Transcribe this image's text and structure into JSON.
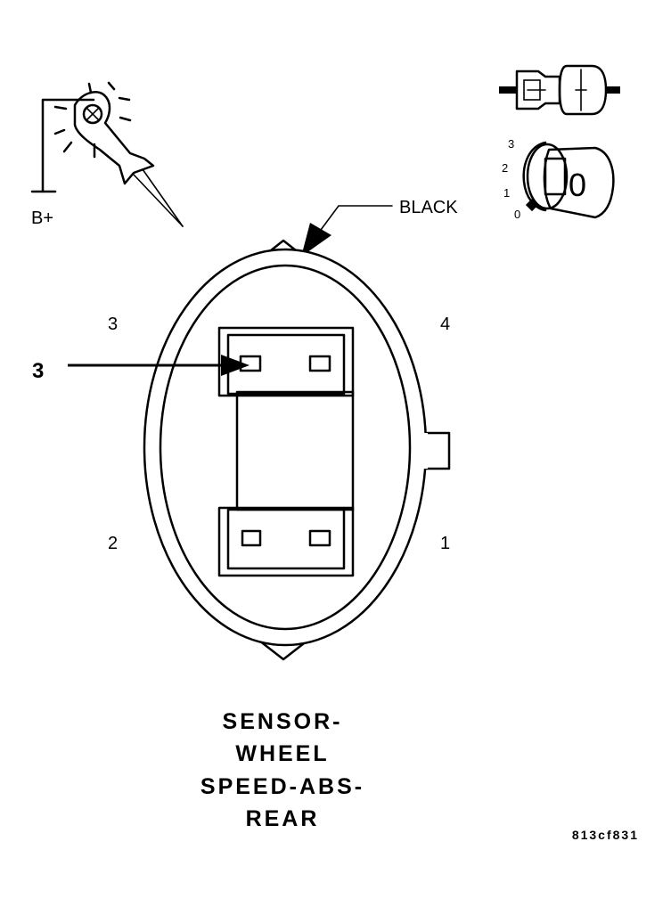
{
  "probe": {
    "label": "B+"
  },
  "connector": {
    "color_label": "BLACK",
    "pin_numbers": {
      "top_left": "3",
      "top_right": "4",
      "bottom_left": "2",
      "bottom_right": "1"
    },
    "callout": "3"
  },
  "meter": {
    "dial_marks": [
      "3",
      "2",
      "1",
      "0"
    ],
    "display": "0"
  },
  "title_lines": [
    "SENSOR-",
    "WHEEL",
    "SPEED-ABS-",
    "REAR"
  ],
  "figure_code": "813cf831"
}
